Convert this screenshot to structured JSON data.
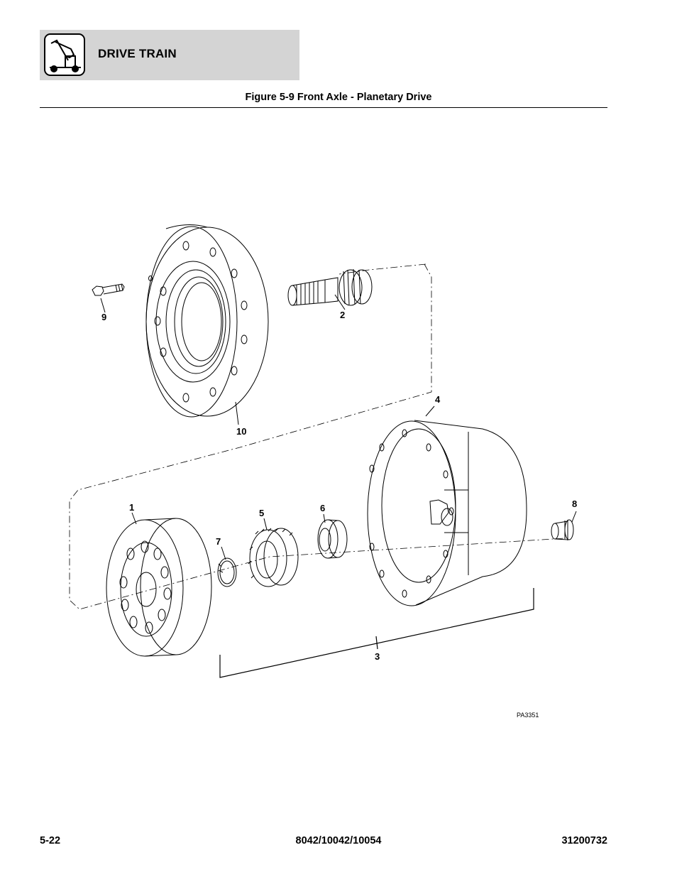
{
  "header": {
    "section_title": "DRIVE TRAIN",
    "logo_icon": "boom-lift-icon"
  },
  "figure": {
    "title": "Figure 5-9 Front Axle - Planetary Drive",
    "drawing_code": "PA3351"
  },
  "callouts": [
    "1",
    "2",
    "3",
    "4",
    "5",
    "6",
    "7",
    "8",
    "9",
    "10"
  ],
  "footer": {
    "page_number": "5-22",
    "models": "8042/10042/10054",
    "part_number": "31200732"
  }
}
